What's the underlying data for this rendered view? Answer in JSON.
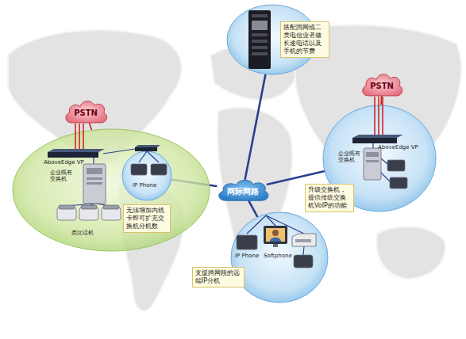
{
  "diagram": {
    "nodes": [
      {
        "text": [
          "搭配国网或二类电信业者做长途电话以及手机的节费"
        ]
      },
      {
        "text": [
          "PSTN"
        ]
      },
      {
        "text": [
          "AboveEdge VP",
          "企业既有交换机",
          "类比话机",
          "无须增加内线卡即可扩充交换机分机数"
        ]
      },
      {
        "text": [
          "IP Phone"
        ],
        "in": 2
      },
      {
        "text": [
          "网际网路"
        ]
      },
      {
        "text": [
          "PSTN"
        ]
      },
      {
        "text": [
          "AboveEdge VP",
          "企业既有交换机",
          "升级交换机，提供传统交换机VoIP的功能"
        ]
      },
      {
        "text": [
          "IP Phone",
          "Softphone",
          "支援跨网段的远端IP分机"
        ]
      }
    ],
    "edges": [
      {
        "from": 1,
        "to": 2,
        "arrow": "none"
      },
      {
        "from": 3,
        "to": 4,
        "arrow": "none"
      },
      {
        "from": 0,
        "to": 4,
        "arrow": "none"
      },
      {
        "from": 4,
        "to": 6,
        "arrow": "none"
      },
      {
        "from": 5,
        "to": 6,
        "arrow": "none"
      },
      {
        "from": 4,
        "to": 7,
        "arrow": "none"
      }
    ]
  }
}
